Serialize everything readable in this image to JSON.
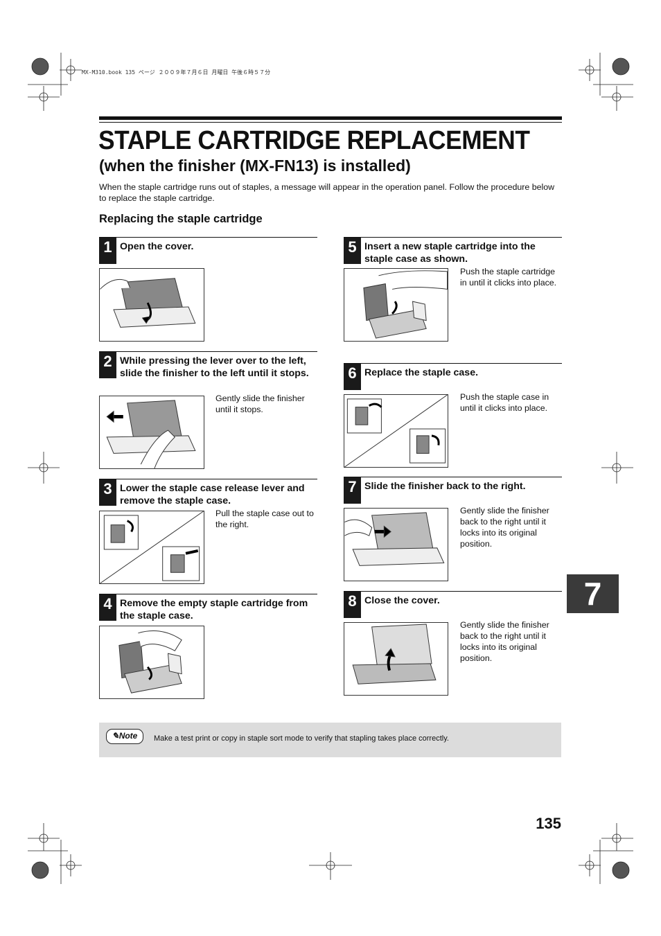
{
  "header": {
    "file_info": "MX-M310.book  135 ページ  ２００９年７月６日  月曜日  午後６時５７分"
  },
  "title": "STAPLE CARTRIDGE REPLACEMENT",
  "subtitle": "(when the finisher (MX-FN13) is installed)",
  "intro": "When the staple cartridge runs out of staples, a message will appear in the operation panel. Follow the procedure below to replace the staple cartridge.",
  "section_heading": "Replacing the staple cartridge",
  "steps": [
    {
      "number": "1",
      "title": "Open the cover.",
      "desc": ""
    },
    {
      "number": "2",
      "title": "While pressing the lever over to the left, slide the finisher to the left until it stops.",
      "desc": "Gently slide the finisher until it stops."
    },
    {
      "number": "3",
      "title": "Lower the staple case release lever and remove the staple case.",
      "desc": "Pull the staple case out to the right."
    },
    {
      "number": "4",
      "title": "Remove the empty staple cartridge from the staple case.",
      "desc": ""
    },
    {
      "number": "5",
      "title": "Insert a new staple cartridge into the staple case as shown.",
      "desc": "Push the staple cartridge in until it clicks into place."
    },
    {
      "number": "6",
      "title": "Replace the staple case.",
      "desc": "Push the staple case in until it clicks into place."
    },
    {
      "number": "7",
      "title": "Slide the finisher back to the right.",
      "desc": "Gently slide the finisher back to the right until it locks into its original position."
    },
    {
      "number": "8",
      "title": "Close the cover.",
      "desc": "Gently slide the finisher back to the right until it locks into its original position."
    }
  ],
  "note": {
    "badge": "Note",
    "text": "Make a test print or copy in staple sort mode to verify that stapling takes place correctly."
  },
  "chapter_tab": "7",
  "page_number": "135"
}
